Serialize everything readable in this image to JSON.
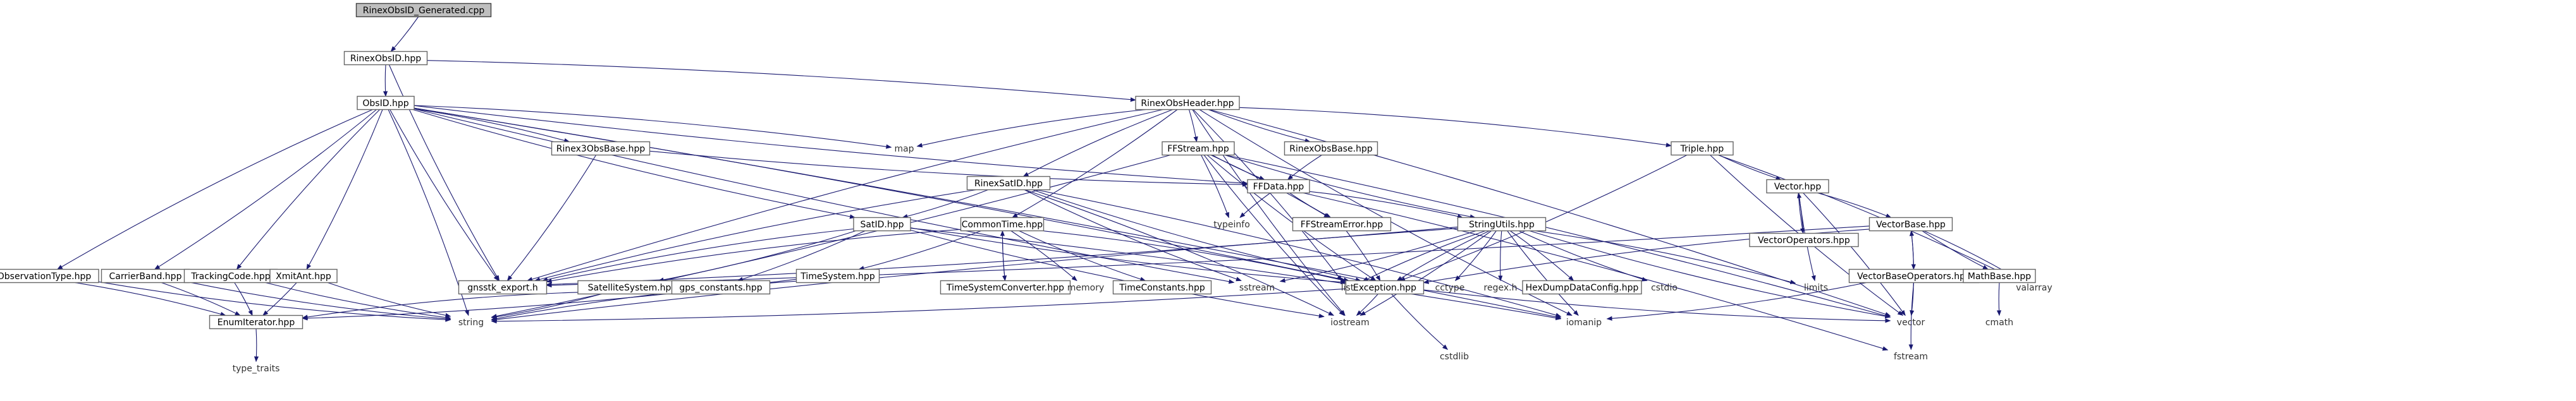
{
  "colors": {
    "edge": "#191970",
    "root_fill": "#bfbfbf",
    "node_border": "#666666",
    "background": "#ffffff"
  },
  "nodes": [
    {
      "id": "root",
      "label": "RinexObsID_Generated.cpp",
      "kind": "root"
    },
    {
      "id": "rinexobsid",
      "label": "RinexObsID.hpp",
      "kind": "file"
    },
    {
      "id": "obsid",
      "label": "ObsID.hpp",
      "kind": "file"
    },
    {
      "id": "rinexobsheader",
      "label": "RinexObsHeader.hpp",
      "kind": "file"
    },
    {
      "id": "map",
      "label": "map",
      "kind": "system"
    },
    {
      "id": "observationtype",
      "label": "ObservationType.hpp",
      "kind": "file"
    },
    {
      "id": "carrierband",
      "label": "CarrierBand.hpp",
      "kind": "file"
    },
    {
      "id": "trackingcode",
      "label": "TrackingCode.hpp",
      "kind": "file"
    },
    {
      "id": "xmitant",
      "label": "XmitAnt.hpp",
      "kind": "file"
    },
    {
      "id": "gnsstk_export",
      "label": "gnsstk_export.h",
      "kind": "file"
    },
    {
      "id": "rinex3obsbase",
      "label": "Rinex3ObsBase.hpp",
      "kind": "file"
    },
    {
      "id": "satid",
      "label": "SatID.hpp",
      "kind": "file"
    },
    {
      "id": "commontime",
      "label": "CommonTime.hpp",
      "kind": "file"
    },
    {
      "id": "rinexsatid",
      "label": "RinexSatID.hpp",
      "kind": "file"
    },
    {
      "id": "ffstream",
      "label": "FFStream.hpp",
      "kind": "file"
    },
    {
      "id": "rinexobsbase",
      "label": "RinexObsBase.hpp",
      "kind": "file"
    },
    {
      "id": "ffdata",
      "label": "FFData.hpp",
      "kind": "file"
    },
    {
      "id": "triple",
      "label": "Triple.hpp",
      "kind": "file"
    },
    {
      "id": "vector_hpp",
      "label": "Vector.hpp",
      "kind": "file"
    },
    {
      "id": "vectoroperators",
      "label": "VectorOperators.hpp",
      "kind": "file"
    },
    {
      "id": "vectorbase",
      "label": "VectorBase.hpp",
      "kind": "file"
    },
    {
      "id": "vectorbaseoperators",
      "label": "VectorBaseOperators.hpp",
      "kind": "file"
    },
    {
      "id": "mathbase",
      "label": "MathBase.hpp",
      "kind": "file"
    },
    {
      "id": "typeinfo",
      "label": "typeinfo",
      "kind": "system"
    },
    {
      "id": "ffstreamerror",
      "label": "FFStreamError.hpp",
      "kind": "file"
    },
    {
      "id": "stringutils",
      "label": "StringUtils.hpp",
      "kind": "file"
    },
    {
      "id": "exception",
      "label": "Exception.hpp",
      "kind": "file"
    },
    {
      "id": "satellitesystem",
      "label": "SatelliteSystem.hpp",
      "kind": "file"
    },
    {
      "id": "gps_constants",
      "label": "gps_constants.hpp",
      "kind": "file"
    },
    {
      "id": "timesystem",
      "label": "TimeSystem.hpp",
      "kind": "file"
    },
    {
      "id": "timesystemconverter",
      "label": "TimeSystemConverter.hpp",
      "kind": "file"
    },
    {
      "id": "memory",
      "label": "memory",
      "kind": "system"
    },
    {
      "id": "timeconstants",
      "label": "TimeConstants.hpp",
      "kind": "file"
    },
    {
      "id": "sstream",
      "label": "sstream",
      "kind": "system"
    },
    {
      "id": "list",
      "label": "list",
      "kind": "system"
    },
    {
      "id": "cctype",
      "label": "cctype",
      "kind": "system"
    },
    {
      "id": "regex",
      "label": "regex.h",
      "kind": "system"
    },
    {
      "id": "hexdump",
      "label": "HexDumpDataConfig.hpp",
      "kind": "file"
    },
    {
      "id": "cstdio",
      "label": "cstdio",
      "kind": "system"
    },
    {
      "id": "limits",
      "label": "limits",
      "kind": "system"
    },
    {
      "id": "valarray",
      "label": "valarray",
      "kind": "system"
    },
    {
      "id": "enumiterator",
      "label": "EnumIterator.hpp",
      "kind": "file"
    },
    {
      "id": "type_traits",
      "label": "type_traits",
      "kind": "system"
    },
    {
      "id": "string",
      "label": "string",
      "kind": "system"
    },
    {
      "id": "iostream",
      "label": "iostream",
      "kind": "system"
    },
    {
      "id": "cstdlib",
      "label": "cstdlib",
      "kind": "system"
    },
    {
      "id": "iomanip",
      "label": "iomanip",
      "kind": "system"
    },
    {
      "id": "vector_std",
      "label": "vector",
      "kind": "system"
    },
    {
      "id": "fstream",
      "label": "fstream",
      "kind": "system"
    },
    {
      "id": "cmath",
      "label": "cmath",
      "kind": "system"
    }
  ],
  "edges": [
    [
      "root",
      "rinexobsid"
    ],
    [
      "rinexobsid",
      "obsid"
    ],
    [
      "rinexobsid",
      "rinexobsheader"
    ],
    [
      "rinexobsid",
      "gnsstk_export"
    ],
    [
      "obsid",
      "map"
    ],
    [
      "obsid",
      "observationtype"
    ],
    [
      "obsid",
      "carrierband"
    ],
    [
      "obsid",
      "trackingcode"
    ],
    [
      "obsid",
      "xmitant"
    ],
    [
      "obsid",
      "gnsstk_export"
    ],
    [
      "obsid",
      "rinex3obsbase"
    ],
    [
      "obsid",
      "satid"
    ],
    [
      "obsid",
      "exception"
    ],
    [
      "obsid",
      "sstream"
    ],
    [
      "obsid",
      "string"
    ],
    [
      "obsid",
      "ffdata"
    ],
    [
      "obsid",
      "iomanip"
    ],
    [
      "rinexobsheader",
      "map"
    ],
    [
      "rinexobsheader",
      "ffstream"
    ],
    [
      "rinexobsheader",
      "rinexobsbase"
    ],
    [
      "rinexobsheader",
      "triple"
    ],
    [
      "rinexobsheader",
      "rinexsatid"
    ],
    [
      "rinexobsheader",
      "commontime"
    ],
    [
      "rinexobsheader",
      "gnsstk_export"
    ],
    [
      "rinexobsheader",
      "list"
    ],
    [
      "rinexobsheader",
      "iostream"
    ],
    [
      "rinexobsheader",
      "vector_std"
    ],
    [
      "rinexobsheader",
      "iomanip"
    ],
    [
      "observationtype",
      "enumiterator"
    ],
    [
      "observationtype",
      "string"
    ],
    [
      "carrierband",
      "enumiterator"
    ],
    [
      "carrierband",
      "string"
    ],
    [
      "trackingcode",
      "enumiterator"
    ],
    [
      "trackingcode",
      "string"
    ],
    [
      "xmitant",
      "enumiterator"
    ],
    [
      "xmitant",
      "string"
    ],
    [
      "enumiterator",
      "type_traits"
    ],
    [
      "rinex3obsbase",
      "ffdata"
    ],
    [
      "rinex3obsbase",
      "gnsstk_export"
    ],
    [
      "ffdata",
      "ffstreamerror"
    ],
    [
      "ffdata",
      "stringutils"
    ],
    [
      "ffdata",
      "typeinfo"
    ],
    [
      "ffdata",
      "fstream"
    ],
    [
      "ffstream",
      "ffdata"
    ],
    [
      "ffstream",
      "ffstreamerror"
    ],
    [
      "ffstream",
      "stringutils"
    ],
    [
      "ffstream",
      "typeinfo"
    ],
    [
      "ffstream",
      "exception"
    ],
    [
      "ffstream",
      "string"
    ],
    [
      "ffstream",
      "iostream"
    ],
    [
      "ffstream",
      "vector_std"
    ],
    [
      "rinexobsbase",
      "ffdata"
    ],
    [
      "ffstreamerror",
      "exception"
    ],
    [
      "stringutils",
      "exception"
    ],
    [
      "stringutils",
      "cctype"
    ],
    [
      "stringutils",
      "regex"
    ],
    [
      "stringutils",
      "hexdump"
    ],
    [
      "stringutils",
      "cstdio"
    ],
    [
      "stringutils",
      "limits"
    ],
    [
      "stringutils",
      "list"
    ],
    [
      "stringutils",
      "sstream"
    ],
    [
      "stringutils",
      "string"
    ],
    [
      "stringutils",
      "iostream"
    ],
    [
      "stringutils",
      "iomanip"
    ],
    [
      "stringutils",
      "gnsstk_export"
    ],
    [
      "stringutils",
      "vector_std"
    ],
    [
      "exception",
      "iostream"
    ],
    [
      "exception",
      "cstdlib"
    ],
    [
      "exception",
      "string"
    ],
    [
      "exception",
      "vector_std"
    ],
    [
      "rinexsatid",
      "satid"
    ],
    [
      "rinexsatid",
      "exception"
    ],
    [
      "rinexsatid",
      "iostream"
    ],
    [
      "rinexsatid",
      "sstream"
    ],
    [
      "rinexsatid",
      "iomanip"
    ],
    [
      "rinexsatid",
      "gnsstk_export"
    ],
    [
      "satid",
      "satellitesystem"
    ],
    [
      "satid",
      "gnsstk_export"
    ],
    [
      "satid",
      "gps_constants"
    ],
    [
      "satid",
      "iostream"
    ],
    [
      "satid",
      "iomanip"
    ],
    [
      "satid",
      "exception"
    ],
    [
      "satellitesystem",
      "string"
    ],
    [
      "satellitesystem",
      "enumiterator"
    ],
    [
      "commontime",
      "timesystem"
    ],
    [
      "commontime",
      "timesystemconverter"
    ],
    [
      "commontime",
      "memory"
    ],
    [
      "commontime",
      "timeconstants"
    ],
    [
      "commontime",
      "exception"
    ],
    [
      "commontime",
      "gnsstk_export"
    ],
    [
      "timesystemconverter",
      "commontime"
    ],
    [
      "timesystem",
      "string"
    ],
    [
      "timesystem",
      "enumiterator"
    ],
    [
      "triple",
      "vector_hpp"
    ],
    [
      "triple",
      "valarray"
    ],
    [
      "triple",
      "vector_std"
    ],
    [
      "triple",
      "exception"
    ],
    [
      "vector_hpp",
      "vectoroperators"
    ],
    [
      "vector_hpp",
      "vectorbase"
    ],
    [
      "vector_hpp",
      "limits"
    ],
    [
      "vector_hpp",
      "vector_std"
    ],
    [
      "vectoroperators",
      "vector_hpp"
    ],
    [
      "vectorbase",
      "vectorbaseoperators"
    ],
    [
      "vectorbase",
      "mathbase"
    ],
    [
      "vectorbase",
      "valarray"
    ],
    [
      "vectorbase",
      "exception"
    ],
    [
      "vectorbase",
      "gnsstk_export"
    ],
    [
      "vectorbaseoperators",
      "vectorbase"
    ],
    [
      "vectorbaseoperators",
      "vector_std"
    ],
    [
      "vectorbaseoperators",
      "fstream"
    ],
    [
      "vectorbaseoperators",
      "iomanip"
    ],
    [
      "mathbase",
      "cmath"
    ]
  ]
}
